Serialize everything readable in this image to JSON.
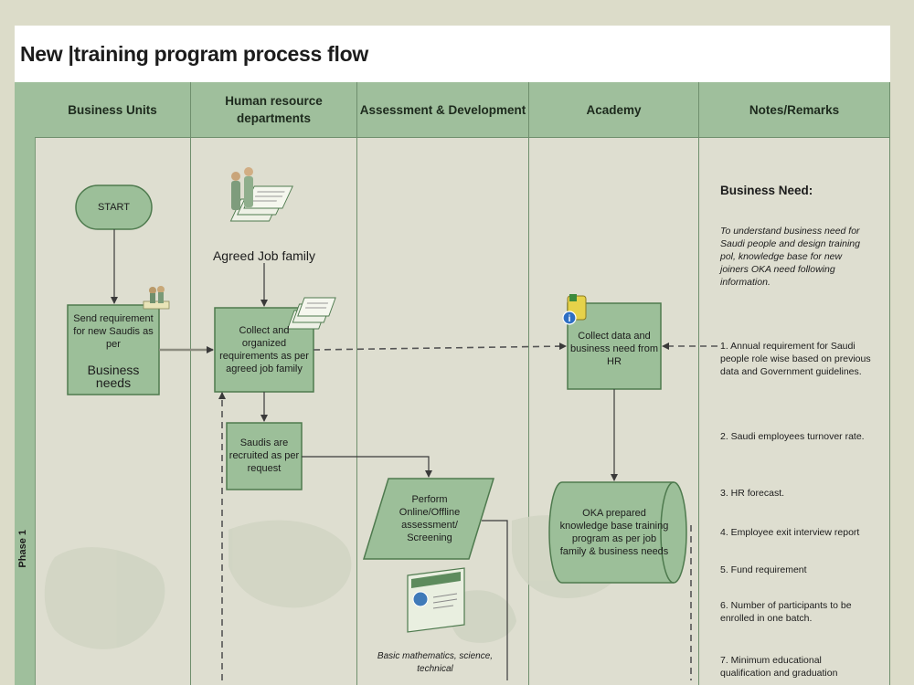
{
  "title": "New |training program process flow",
  "phase_label": "Phase 1",
  "lanes": [
    "Business Units",
    "Human resource departments",
    "Assessment & Development",
    "Academy",
    "Notes/Remarks"
  ],
  "nodes": {
    "start": "START",
    "send_req_line1": "Send requirement for new Saudis as per",
    "send_req_line2": "Business needs",
    "agreed_job_family": "Agreed Job family",
    "collect_org": "Collect and organized requirements as  per agreed job family",
    "recruited": "Saudis are recruited as per request",
    "perform": "Perform Online/Offline assessment/ Screening",
    "basic_math": "Basic mathematics, science, technical",
    "collect_data": "Collect data and business need from HR",
    "oka_prepared": "OKA prepared knowledge base training program as per job family & business needs"
  },
  "notes": {
    "heading": "Business Need:",
    "intro": "To understand business need for Saudi people and design training pol, knowledge base for new joiners OKA need following information.",
    "items": [
      "1. Annual requirement for Saudi people role wise based on previous data and Government guidelines.",
      "2. Saudi employees turnover rate.",
      "3. HR forecast.",
      "4. Employee exit interview report",
      "5. Fund requirement",
      "6. Number of participants to be enrolled in one batch.",
      "7. Minimum educational qualification and graduation"
    ]
  },
  "colors": {
    "header_fill": "#9fbf9c",
    "node_fill": "#9cbf99",
    "node_stroke": "#4e7a4e",
    "background": "#deded0"
  }
}
